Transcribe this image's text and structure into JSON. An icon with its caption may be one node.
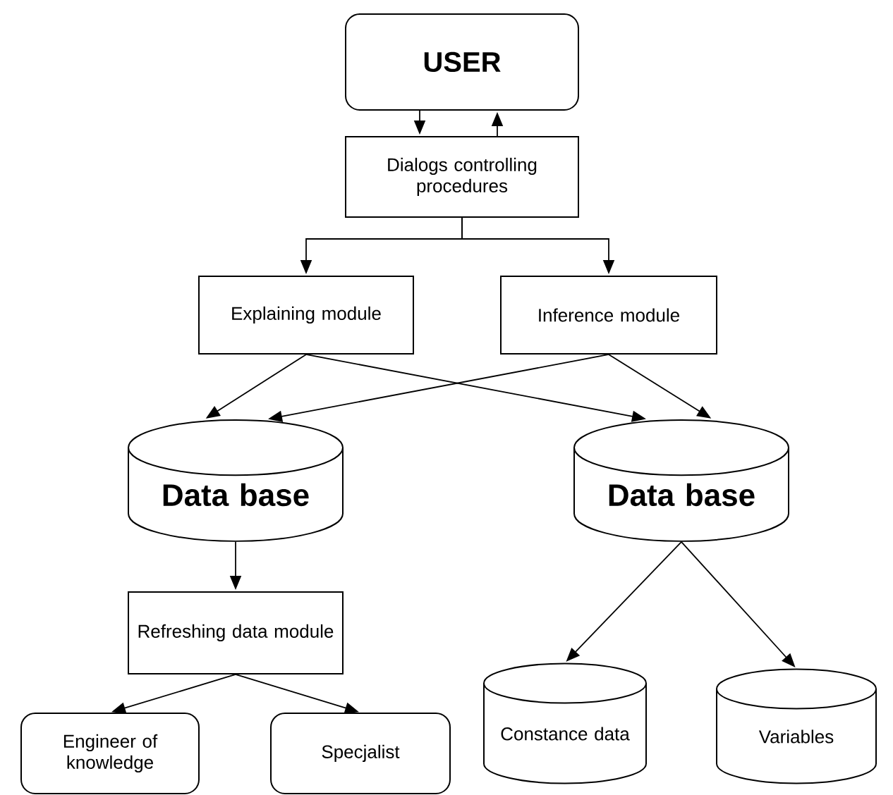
{
  "diagram": {
    "nodes": [
      {
        "text": [
          "USER"
        ]
      },
      {
        "text": [
          "Dialogs controlling procedures"
        ]
      },
      {
        "text": [
          "Explaining module"
        ]
      },
      {
        "text": [
          "Inference module"
        ]
      },
      {
        "text": [
          "Data base"
        ]
      },
      {
        "text": [
          "Data base"
        ]
      },
      {
        "text": [
          "Refreshing data module"
        ]
      },
      {
        "text": [
          "Engineer of knowledge"
        ]
      },
      {
        "text": [
          "Specjalist"
        ]
      },
      {
        "text": [
          "Constance data"
        ]
      },
      {
        "text": [
          "Variables"
        ]
      }
    ],
    "edges": [
      {
        "from": 0,
        "to": 1,
        "arrow": "to"
      },
      {
        "from": 1,
        "to": 0,
        "arrow": "to"
      },
      {
        "from": 1,
        "to": 2,
        "arrow": "to"
      },
      {
        "from": 1,
        "to": 3,
        "arrow": "to"
      },
      {
        "from": 2,
        "to": 4,
        "arrow": "to"
      },
      {
        "from": 2,
        "to": 5,
        "arrow": "to"
      },
      {
        "from": 3,
        "to": 4,
        "arrow": "to"
      },
      {
        "from": 3,
        "to": 5,
        "arrow": "to"
      },
      {
        "from": 4,
        "to": 6,
        "arrow": "to"
      },
      {
        "from": 6,
        "to": 7,
        "arrow": "to"
      },
      {
        "from": 6,
        "to": 8,
        "arrow": "to"
      },
      {
        "from": 5,
        "to": 9,
        "arrow": "to"
      },
      {
        "from": 5,
        "to": 10,
        "arrow": "to"
      }
    ]
  }
}
